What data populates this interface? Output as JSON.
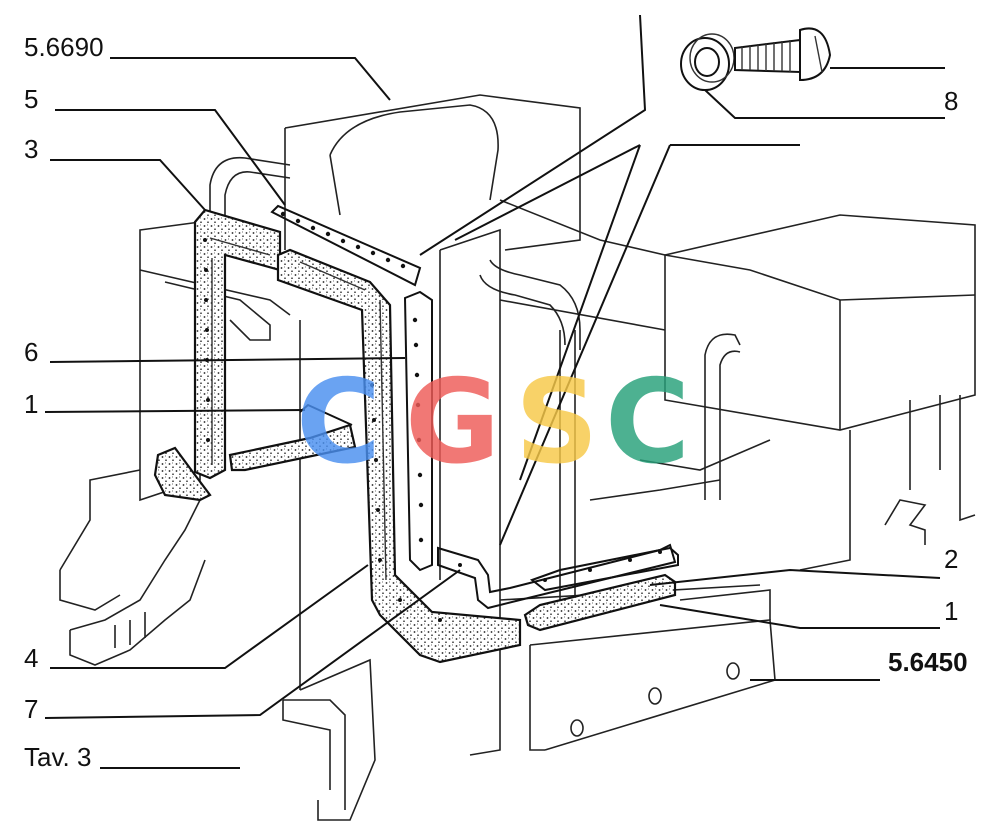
{
  "figure_label": "Tav. 3",
  "callouts": [
    {
      "id": "c-5-6690",
      "text": "5.6690"
    },
    {
      "id": "c-5",
      "text": "5"
    },
    {
      "id": "c-3",
      "text": "3"
    },
    {
      "id": "c-6",
      "text": "6"
    },
    {
      "id": "c-1-left",
      "text": "1"
    },
    {
      "id": "c-4",
      "text": "4"
    },
    {
      "id": "c-7",
      "text": "7"
    },
    {
      "id": "c-8",
      "text": "8"
    },
    {
      "id": "c-2",
      "text": "2"
    },
    {
      "id": "c-1-right",
      "text": "1"
    },
    {
      "id": "c-5-6450",
      "text": "5.6450"
    }
  ],
  "watermark": {
    "letters": [
      "C",
      "G",
      "S",
      "C"
    ],
    "colors": [
      "#4a8ff0",
      "#ef5b57",
      "#f7c948",
      "#27a07a"
    ]
  },
  "colors": {
    "ink": "#111111",
    "paper": "#ffffff"
  },
  "icons": [
    "washer-icon",
    "screw-icon"
  ]
}
